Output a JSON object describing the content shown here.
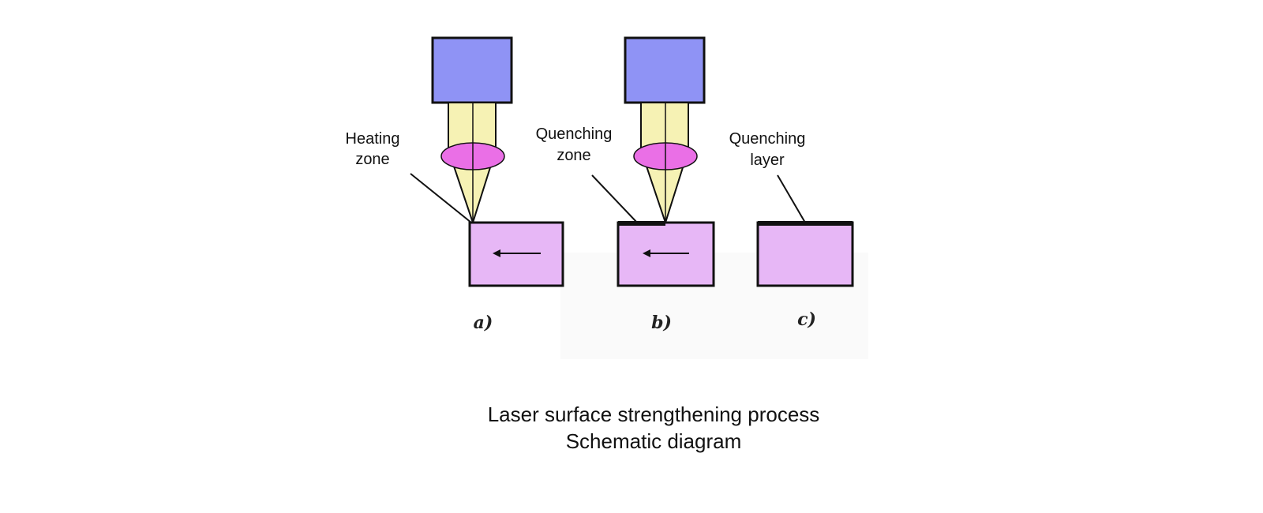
{
  "labels": {
    "heating_zone": [
      "Heating",
      "zone"
    ],
    "quenching_zone": [
      "Quenching",
      "zone"
    ],
    "quenching_layer": [
      "Quenching",
      "layer"
    ]
  },
  "panels": [
    "a)",
    "b)",
    "c)"
  ],
  "caption": [
    "Laser surface strengthening process",
    "Schematic diagram"
  ],
  "colors": {
    "laser_head": "#8f93f5",
    "beam": "#f6f2b4",
    "lens": "#ea6fe6",
    "workpiece": "#e7b7f6",
    "outline": "#111111"
  }
}
